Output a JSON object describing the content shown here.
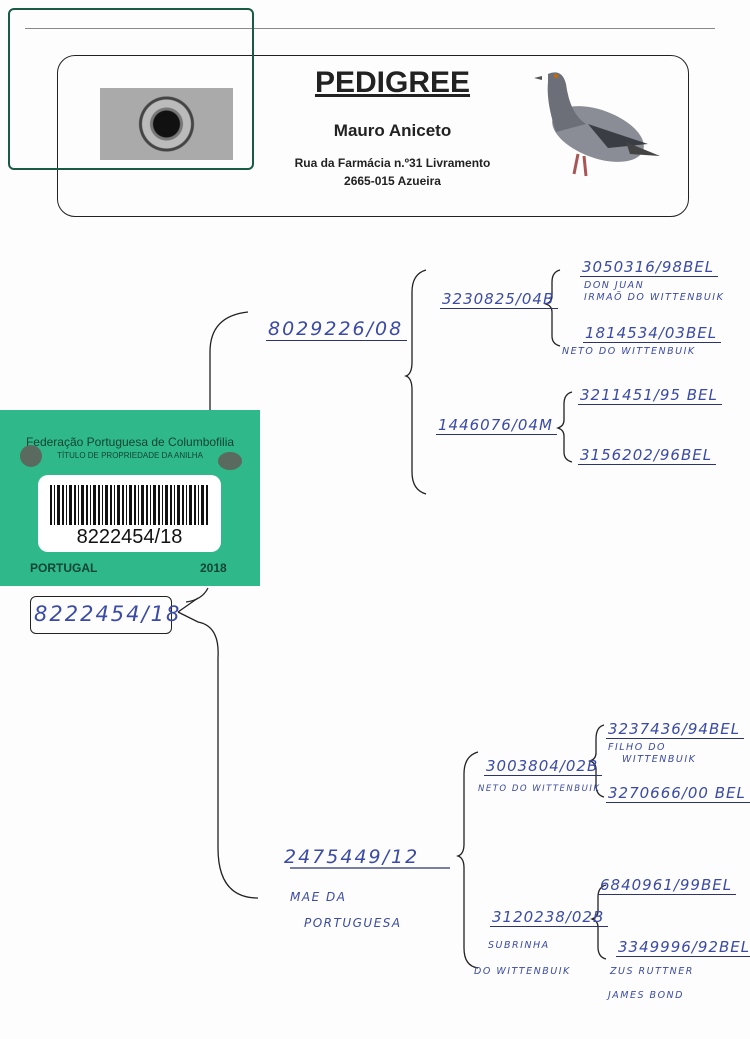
{
  "header": {
    "title": "PEDIGREE",
    "owner": "Mauro Aniceto",
    "address_line1": "Rua da Farmácia n.º31 Livramento",
    "address_line2": "2665-015 Azueira"
  },
  "ring_card": {
    "federation": "Federação Portuguesa de Columbofilia",
    "subtitle": "TÍTULO DE PROPRIEDADE DA ANILHA",
    "ring_number": "8222454/18",
    "country": "PORTUGAL",
    "year": "2018"
  },
  "subject": {
    "ring": "8222454/18"
  },
  "sire": {
    "ring": "8029226/08",
    "grandsire": {
      "ring": "3230825/04B",
      "father": {
        "ring": "3050316/98BEL",
        "note1": "DON JUAN",
        "note2": "IRMAÕ DO WITTENBUIK"
      },
      "mother": {
        "ring": "1814534/03BEL",
        "note": "NETO DO WITTENBUIK"
      }
    },
    "granddam": {
      "ring": "1446076/04M",
      "father": {
        "ring": "3211451/95 BEL"
      },
      "mother": {
        "ring": "3156202/96BEL"
      }
    }
  },
  "dam": {
    "ring": "2475449/12",
    "note1": "MAE DA",
    "note2": "PORTUGUESA",
    "grandsire": {
      "ring": "3003804/02B",
      "note": "NETO DO WITTENBUIK",
      "father": {
        "ring": "3237436/94BEL",
        "note1": "FILHO DO",
        "note2": "WITTENBUIK"
      },
      "mother": {
        "ring": "3270666/00 BEL"
      }
    },
    "granddam": {
      "ring": "3120238/02B",
      "note1": "SUBRINHA",
      "note2": "DO WITTENBUIK",
      "father": {
        "ring": "6840961/99BEL"
      },
      "mother": {
        "ring": "3349996/92BEL",
        "note1": "ZUS RUTTNER",
        "note2": "JAMES BOND"
      }
    }
  }
}
